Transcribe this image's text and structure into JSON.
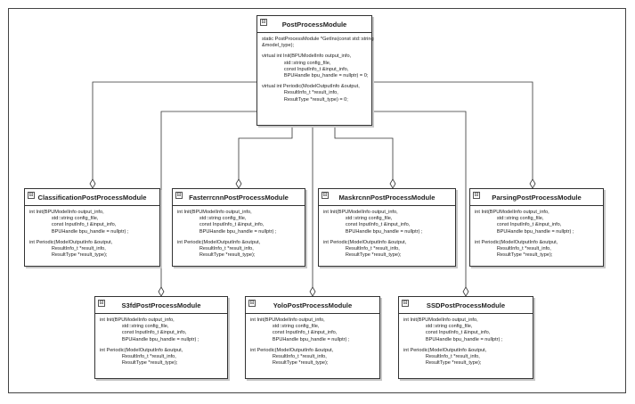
{
  "diagram": {
    "base_class": {
      "name": "PostProcessModule",
      "methods": [
        "static PostProcessModule *GetIns(const std::string\n&model_type);",
        "virtual int Init(BPUModelInfo output_info,\n                std::string config_file,\n                const InputInfo_t &input_info,\n                BPUHandle bpu_handle = nullptr) = 0;",
        "virtual int Periodic(ModelOutputInfo &output,\n                ResultInfo_t *result_info,\n                ResultType *result_type) = 0;"
      ]
    },
    "derived_methods": [
      "int Init(BPUModelInfo output_info,\n                std::string config_file,\n                const InputInfo_t &input_info,\n                BPUHandle bpu_handle = nullptr) ;",
      "int Periodic(ModelOutputInfo &output,\n                ResultInfo_t *result_info,\n                ResultType *result_type);"
    ],
    "classes": [
      {
        "name": "ClassificationPostProcessModule"
      },
      {
        "name": "FasterrcnnPostProcessModule"
      },
      {
        "name": "MaskrcnnPostProcessModule"
      },
      {
        "name": "ParsingPostProcessModule"
      },
      {
        "name": "S3fdPostProcessModule"
      },
      {
        "name": "YoloPostProcessModule"
      },
      {
        "name": "SSDPostProcessModule"
      }
    ],
    "collapse_glyph": "⊟"
  }
}
